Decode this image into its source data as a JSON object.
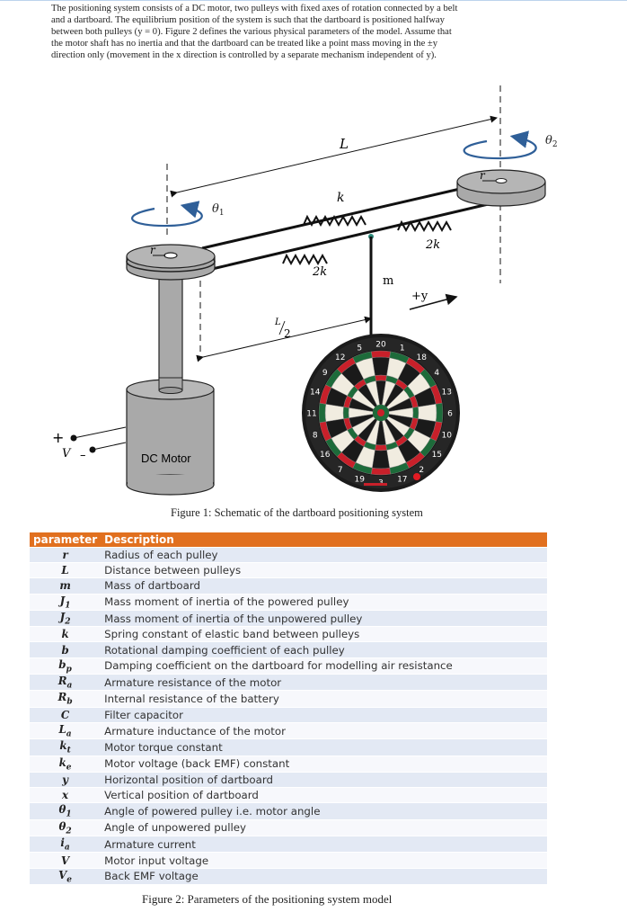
{
  "intro": {
    "line1": "The positioning system consists of a DC motor, two pulleys with fixed axes of rotation connected by a belt",
    "line2": "and a dartboard. The equilibrium position of the system is such that the dartboard is positioned halfway",
    "line3": "between both pulleys (y = 0). Figure 2 defines the various physical parameters of the model. Assume that",
    "line4": "the motor shaft has no inertia and that the dartboard can be treated like a point mass moving in the ±y",
    "line5": "direction only (movement in the x direction is controlled by a separate mechanism independent of y)."
  },
  "schematic": {
    "label_L": "L",
    "label_k": "k",
    "label_2k_right": "2k",
    "label_2k_left": "2k",
    "label_m": "m",
    "label_plus_y": "+y",
    "label_L2_num": "L",
    "label_L2_den": "2",
    "label_theta1": "θ",
    "label_theta1_sub": "1",
    "label_theta2": "θ",
    "label_theta2_sub": "2",
    "label_r_left": "r",
    "label_r_right": "r",
    "label_plus": "+",
    "label_V": "V",
    "label_minus": "–",
    "label_motor": "DC Motor",
    "dart_numbers": [
      "20",
      "1",
      "18",
      "4",
      "13",
      "6",
      "10",
      "15",
      "2",
      "17",
      "3",
      "19",
      "7",
      "16",
      "8",
      "11",
      "14",
      "9",
      "12",
      "5"
    ]
  },
  "figure1_caption": "Figure 1: Schematic of the dartboard positioning system",
  "table": {
    "header_param": "parameter",
    "header_desc": "Description",
    "rows": [
      {
        "sym": "r",
        "sub": "",
        "desc": "Radius of each pulley"
      },
      {
        "sym": "L",
        "sub": "",
        "desc": "Distance between pulleys"
      },
      {
        "sym": "m",
        "sub": "",
        "desc": "Mass of dartboard"
      },
      {
        "sym": "J",
        "sub": "1",
        "desc": "Mass moment of inertia of the powered pulley"
      },
      {
        "sym": "J",
        "sub": "2",
        "desc": "Mass moment of inertia of the unpowered pulley"
      },
      {
        "sym": "k",
        "sub": "",
        "desc": "Spring constant of elastic band between pulleys"
      },
      {
        "sym": "b",
        "sub": "",
        "desc": "Rotational damping coefficient of each pulley"
      },
      {
        "sym": "b",
        "sub": "p",
        "desc": "Damping coefficient on the dartboard for modelling air resistance"
      },
      {
        "sym": "R",
        "sub": "a",
        "desc": "Armature resistance of the motor"
      },
      {
        "sym": "R",
        "sub": "b",
        "desc": "Internal resistance of the battery"
      },
      {
        "sym": "C",
        "sub": "",
        "desc": "Filter capacitor"
      },
      {
        "sym": "L",
        "sub": "a",
        "desc": "Armature inductance of the motor"
      },
      {
        "sym": "k",
        "sub": "t",
        "desc": "Motor torque constant"
      },
      {
        "sym": "k",
        "sub": "e",
        "desc": "Motor voltage (back EMF) constant"
      },
      {
        "sym": "y",
        "sub": "",
        "desc": "Horizontal position of dartboard"
      },
      {
        "sym": "x",
        "sub": "",
        "desc": "Vertical position of dartboard"
      },
      {
        "sym": "θ",
        "sub": "1",
        "desc": "Angle of powered pulley i.e. motor angle"
      },
      {
        "sym": "θ",
        "sub": "2",
        "desc": "Angle of unpowered pulley"
      },
      {
        "sym": "i",
        "sub": "a",
        "desc": "Armature current"
      },
      {
        "sym": "V",
        "sub": "",
        "desc": "Motor input voltage"
      },
      {
        "sym": "V",
        "sub": "e",
        "desc": "Back EMF voltage"
      }
    ]
  },
  "figure2_caption": "Figure 2: Parameters of the positioning system model",
  "colors": {
    "table_header": "#e1701f",
    "row_odd": "#e3e9f4",
    "row_even": "#f7f8fc",
    "arrow_blue": "#2f5f98",
    "motor_gray": "#a9a9a9",
    "dart_red": "#c8202a",
    "dart_green": "#1d6b3a"
  }
}
